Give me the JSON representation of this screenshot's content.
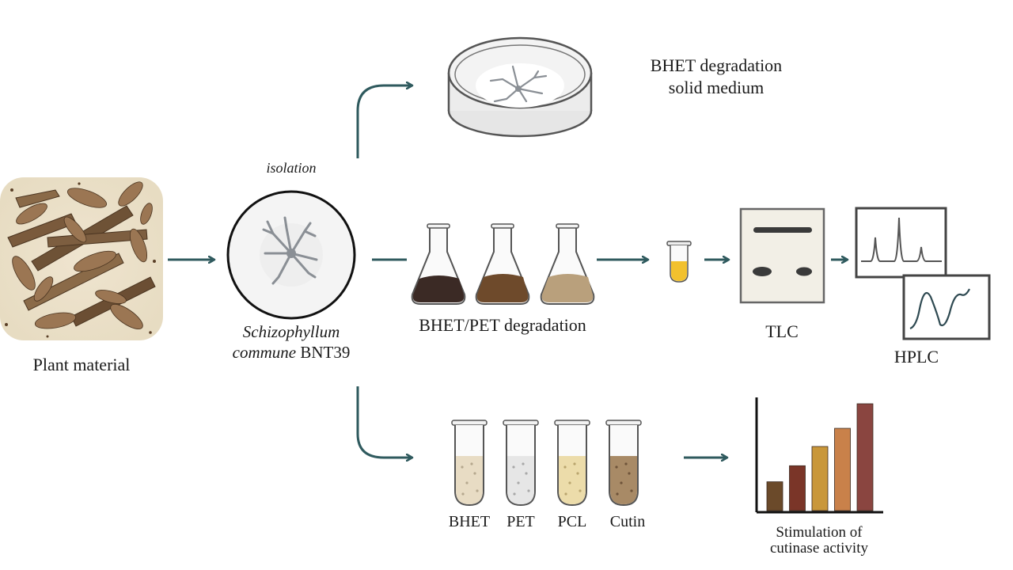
{
  "labels": {
    "plant_material": "Plant material",
    "isolation": "isolation",
    "species_italic_1": "Schizophyllum",
    "species_italic_2": "commune",
    "strain": "BNT39",
    "bhet_solid_1": "BHET degradation",
    "bhet_solid_2": "solid medium",
    "bhet_pet_degradation": "BHET/PET degradation",
    "tlc": "TLC",
    "hplc": "HPLC",
    "tube_bhet": "BHET",
    "tube_pet": "PET",
    "tube_pcl": "PCL",
    "tube_cutin": "Cutin",
    "stimulation_1": "Stimulation of",
    "stimulation_2": "cutinase activity"
  },
  "colors": {
    "arrow": "#2f5a5e",
    "flask_dark": "#3b2a25",
    "flask_medium": "#6e4a2b",
    "flask_light": "#b9a07c",
    "tube_yellow": "#f2c12e",
    "bar_colors": [
      "#6b4a2a",
      "#7a3528",
      "#c9973a",
      "#c9814a",
      "#8a4540"
    ]
  },
  "icons": [
    "plant-material-image",
    "petri-dish-icon",
    "fungal-colony-icon",
    "flask-icon",
    "test-tube-icon",
    "tlc-plate-icon",
    "hplc-chromatogram-icon",
    "bar-chart-icon"
  ],
  "bar_chart_relative_levels": [
    0.27,
    0.42,
    0.6,
    0.77,
    1.0
  ]
}
